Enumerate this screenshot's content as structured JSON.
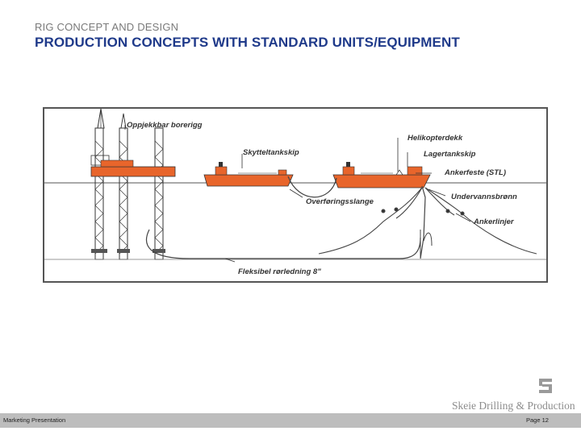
{
  "header": {
    "kicker": "RIG CONCEPT AND DESIGN",
    "title": "PRODUCTION CONCEPTS WITH STANDARD UNITS/EQUIPMENT"
  },
  "diagram": {
    "labels": {
      "jackup": "Oppjekkbar borerigg",
      "shuttle": "Skytteltankskip",
      "hose": "Overføringsslange",
      "helideck": "Helikopterdekk",
      "storage": "Lagertankskip",
      "anchor_point": "Ankerfeste (STL)",
      "subsea_well": "Undervannsbrønn",
      "anchor_lines": "Ankerlinjer",
      "pipeline": "Fleksibel  rørledning 8\""
    },
    "colors": {
      "hull": "#e8652b",
      "structure": "#333333",
      "line": "#444444"
    }
  },
  "logo": {
    "name": "Skeie Drilling & Production",
    "icon": "logo-mark-icon"
  },
  "footer": {
    "left": "Marketing Presentation",
    "right": "Page 12"
  }
}
